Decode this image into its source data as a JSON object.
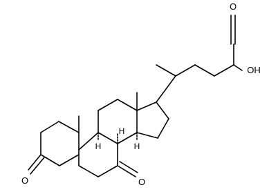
{
  "molecule": {
    "atoms": {
      "carboxyl_o_top": "O",
      "carboxyl_oh": "OH",
      "ketone_o_3": "O",
      "ketone_o_7": "O",
      "h_8": "H",
      "h_9": "H",
      "h_14": "H"
    },
    "colors": {
      "bond": "#000000",
      "background": "#ffffff"
    }
  }
}
